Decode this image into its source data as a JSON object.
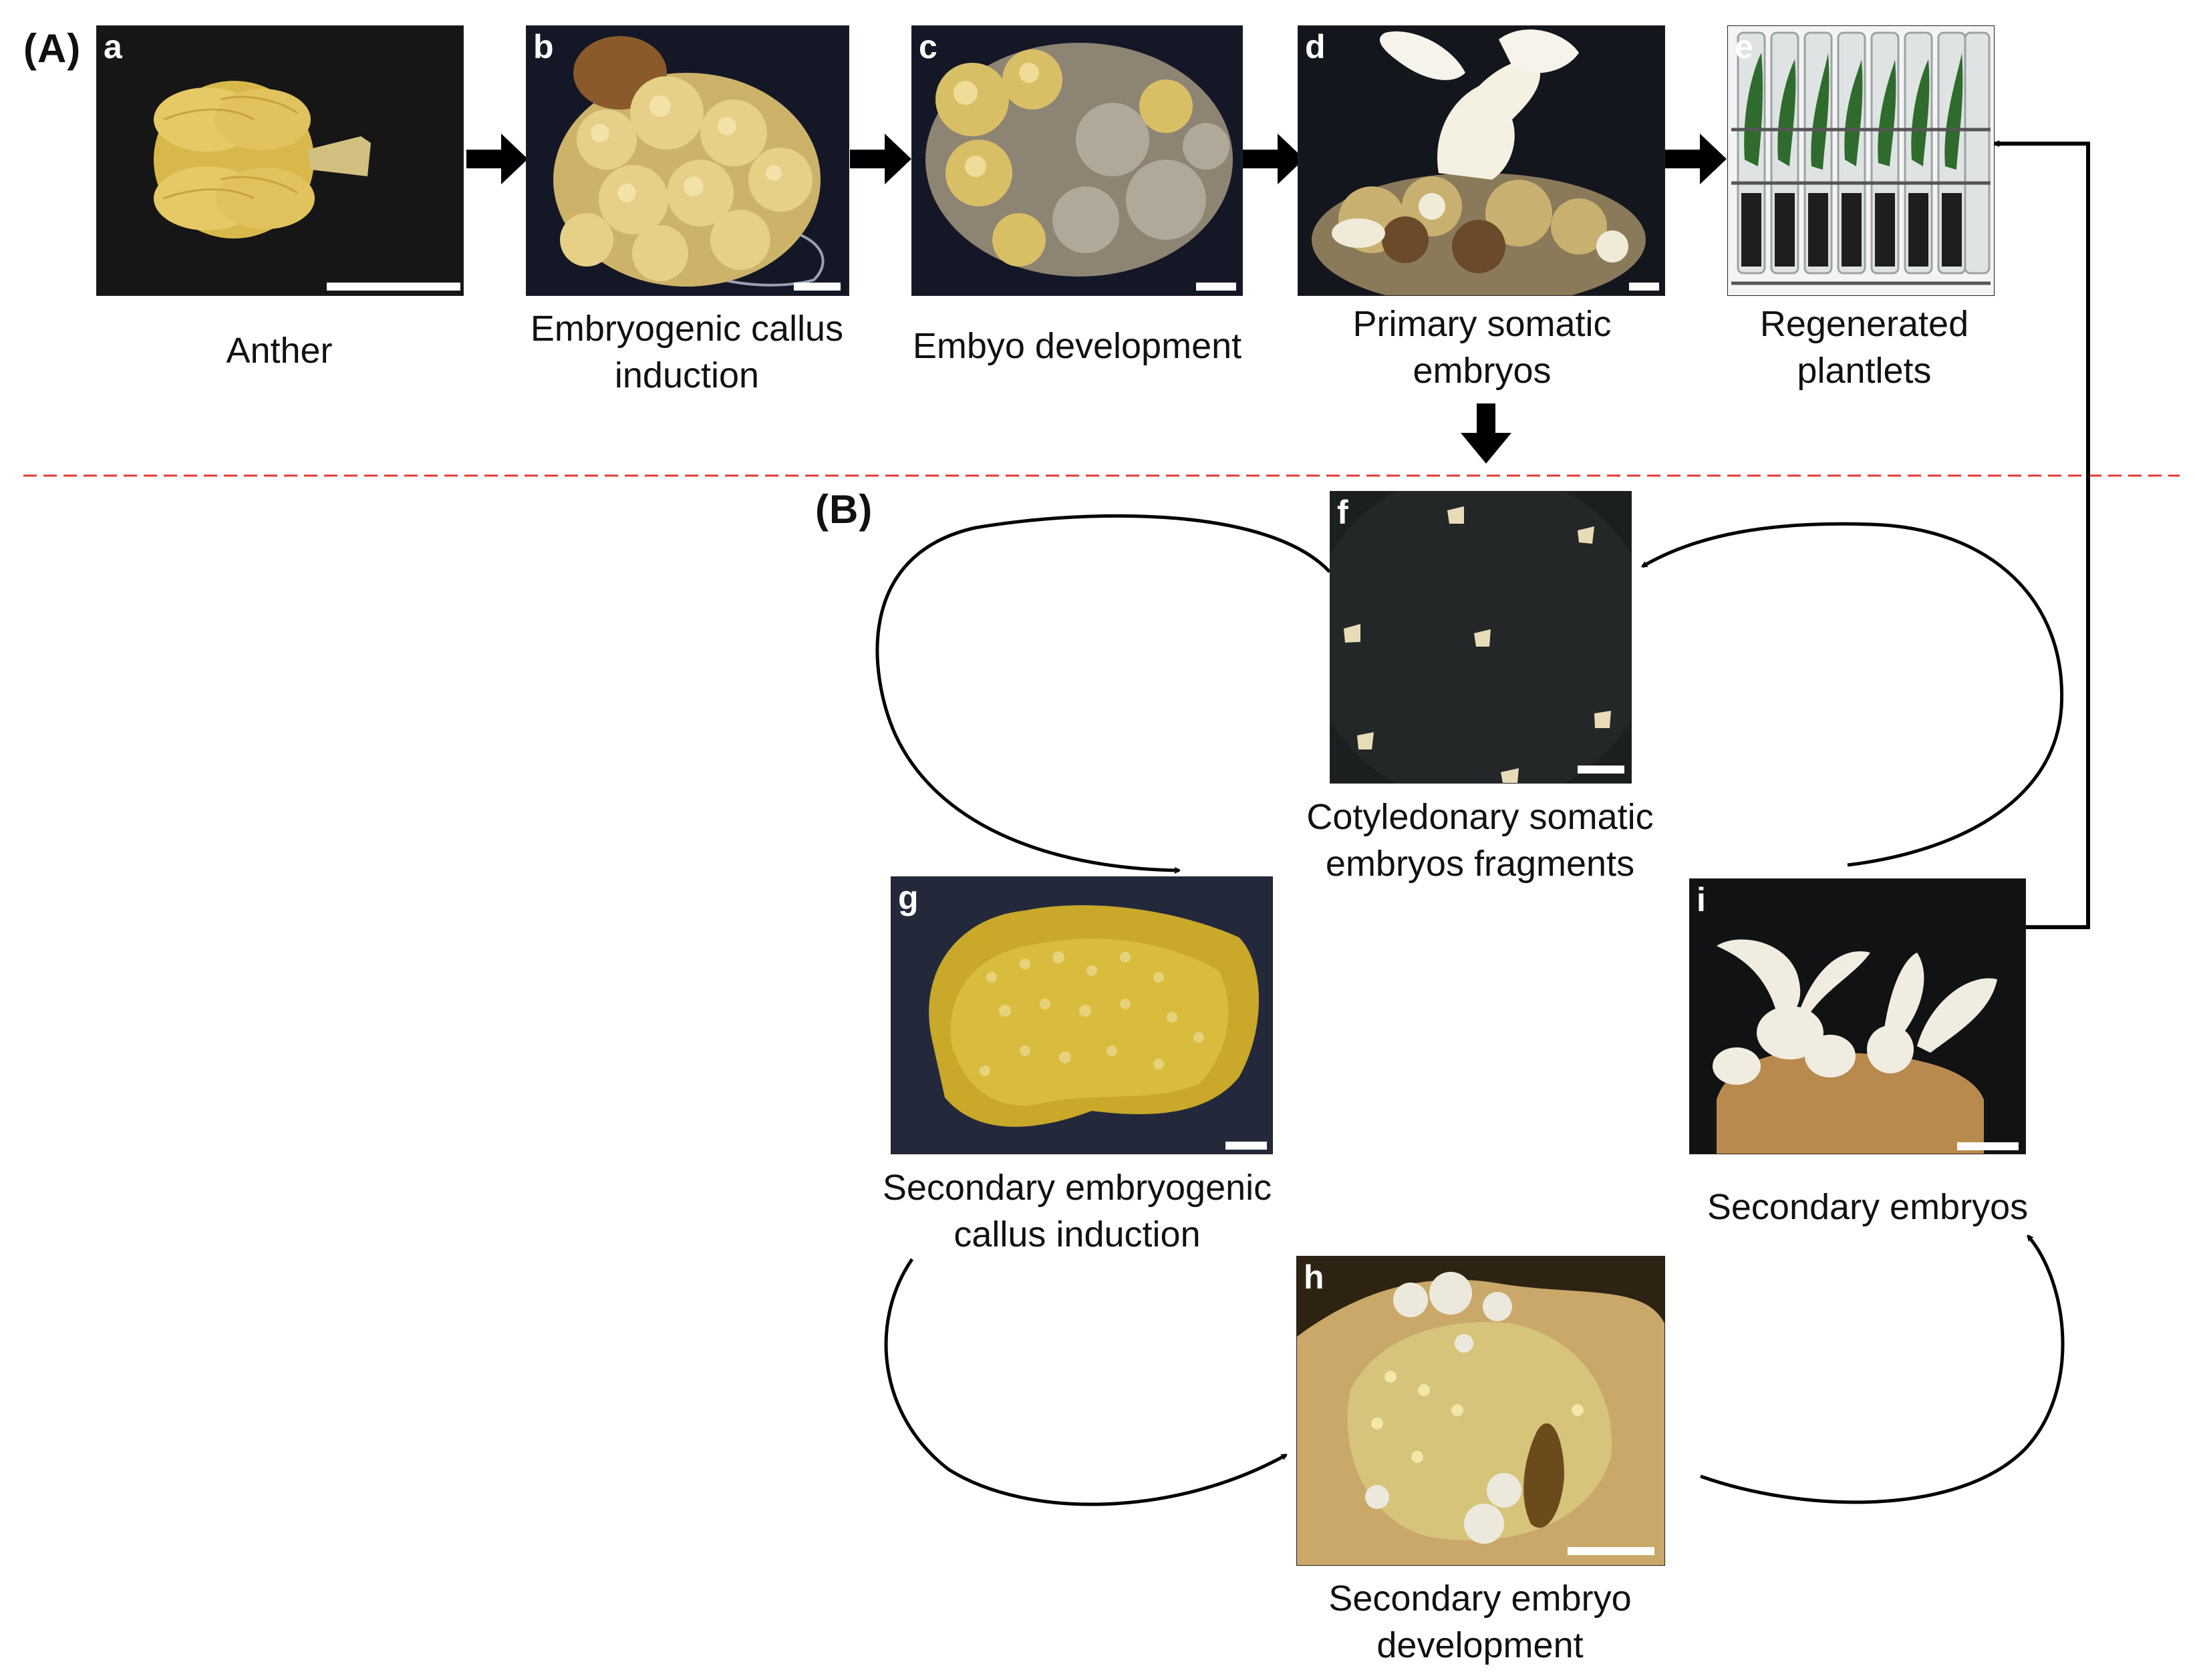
{
  "sections": {
    "a_label": "(A)",
    "b_label": "(B)"
  },
  "panels": {
    "a": {
      "letter": "a",
      "caption_lines": [
        "Anther"
      ]
    },
    "b": {
      "letter": "b",
      "caption_lines": [
        "Embryogenic callus",
        "induction"
      ]
    },
    "c": {
      "letter": "c",
      "caption_lines": [
        "Embyo development"
      ]
    },
    "d": {
      "letter": "d",
      "caption_lines": [
        "Primary somatic",
        "embryos"
      ]
    },
    "e": {
      "letter": "e",
      "caption_lines": [
        "Regenerated",
        "plantlets"
      ]
    },
    "f": {
      "letter": "f",
      "caption_lines": [
        "Cotyledonary somatic",
        "embryos fragments"
      ]
    },
    "g": {
      "letter": "g",
      "caption_lines": [
        "Secondary embryogenic",
        "callus induction"
      ]
    },
    "h": {
      "letter": "h",
      "caption_lines": [
        "Secondary embryo",
        "development"
      ]
    },
    "i": {
      "letter": "i",
      "caption_lines": [
        "Secondary embryos"
      ]
    }
  },
  "colors": {
    "divider": "#e53935",
    "arrow": "#000000",
    "text": "#111111"
  }
}
